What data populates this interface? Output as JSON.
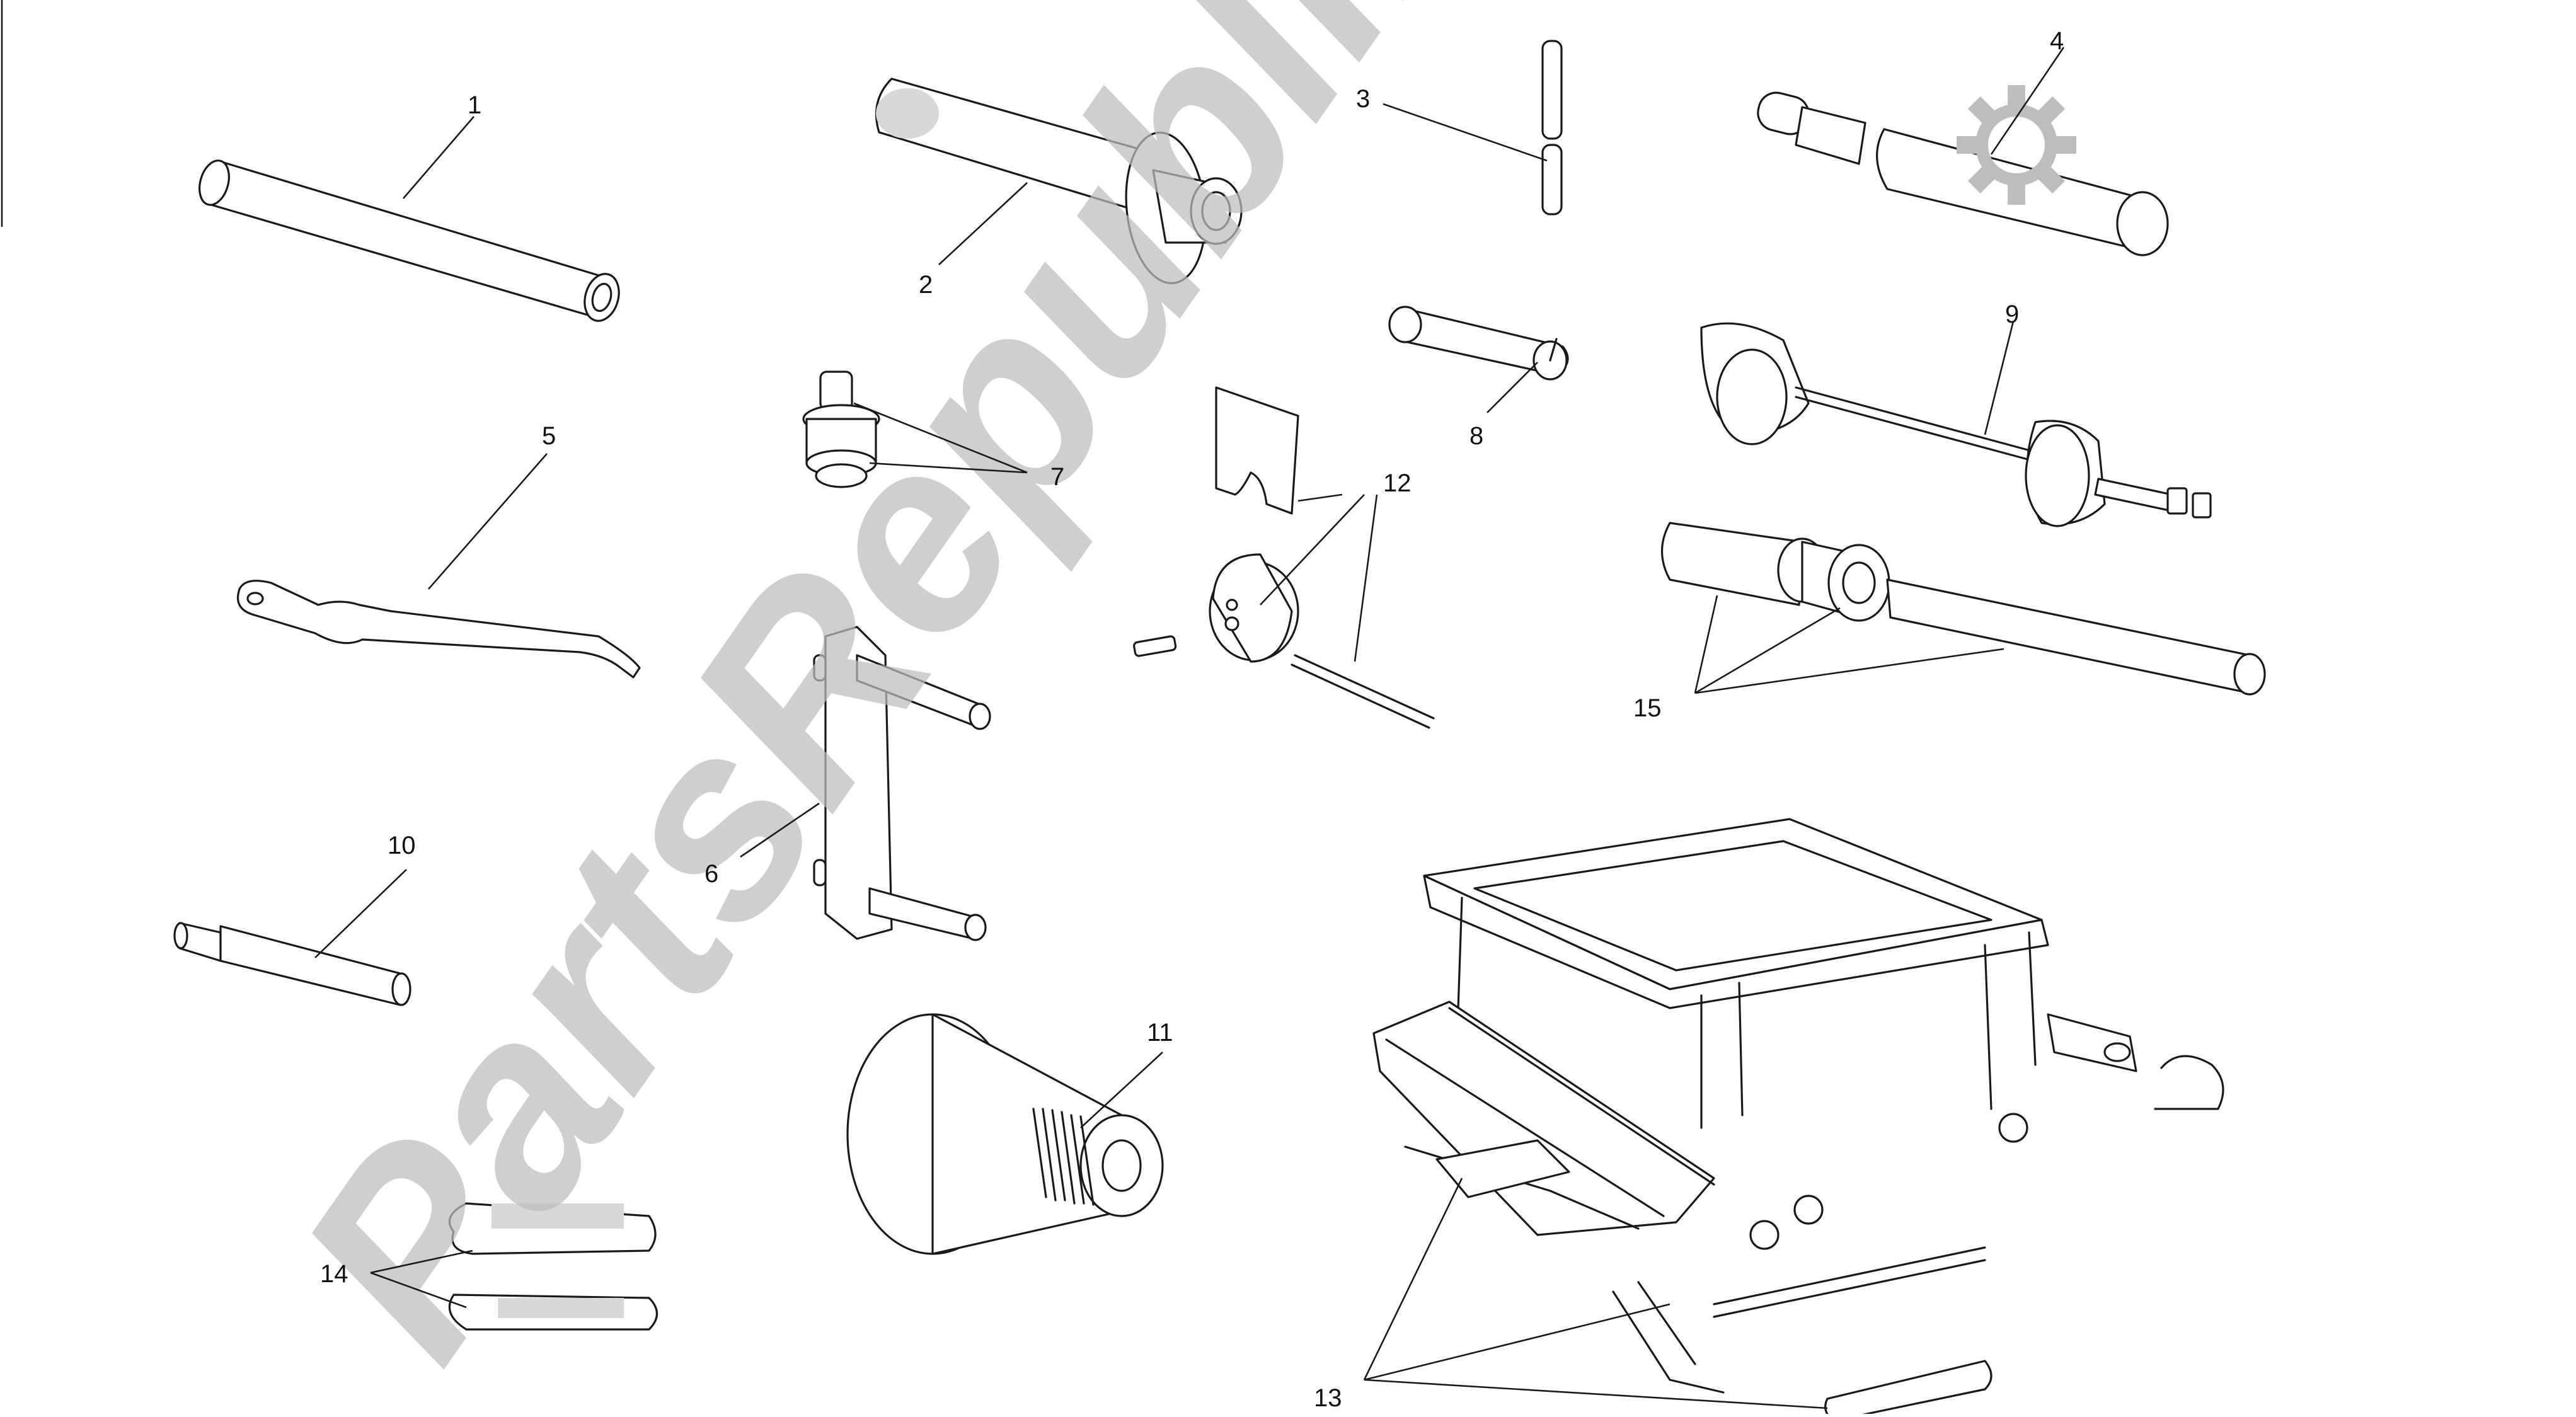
{
  "watermark": {
    "text": "PartsRepublik",
    "logo_icon": "gear-icon"
  },
  "callouts": [
    {
      "id": "1",
      "label": "1"
    },
    {
      "id": "2",
      "label": "2"
    },
    {
      "id": "3",
      "label": "3"
    },
    {
      "id": "4",
      "label": "4"
    },
    {
      "id": "5",
      "label": "5"
    },
    {
      "id": "6",
      "label": "6"
    },
    {
      "id": "7",
      "label": "7"
    },
    {
      "id": "8",
      "label": "8"
    },
    {
      "id": "9",
      "label": "9"
    },
    {
      "id": "10",
      "label": "10"
    },
    {
      "id": "11",
      "label": "11"
    },
    {
      "id": "12",
      "label": "12"
    },
    {
      "id": "13",
      "label": "13"
    },
    {
      "id": "14",
      "label": "14"
    },
    {
      "id": "15",
      "label": "15"
    }
  ],
  "colors": {
    "line": "#1a1a1a",
    "watermark": "#bdbdbd",
    "background": "#ffffff"
  }
}
